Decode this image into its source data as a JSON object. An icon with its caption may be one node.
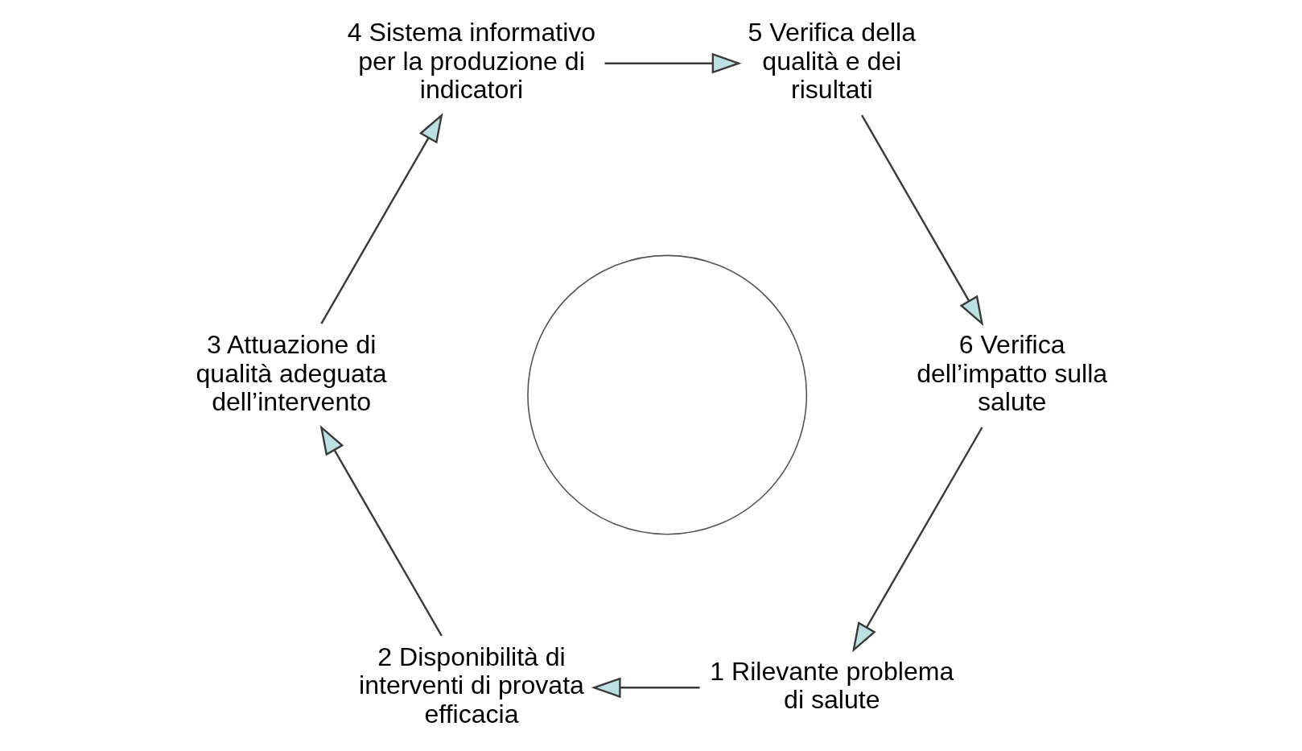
{
  "diagram": {
    "nodes": [
      {
        "text": [
          "1 Rilevante problema di salute"
        ]
      },
      {
        "text": [
          "2 Disponibilità di interventi di provata efficacia"
        ]
      },
      {
        "text": [
          "3 Attuazione di qualità adeguata dell’intervento"
        ]
      },
      {
        "text": [
          "4 Sistema informativo per la produzione di indicatori"
        ]
      },
      {
        "text": [
          "5 Verifica della qualità e dei risultati"
        ]
      },
      {
        "text": [
          "6 Verifica dell’impatto sulla salute"
        ]
      },
      {
        "text": [],
        "shape": "circle"
      }
    ],
    "edges": [
      {
        "from": 0,
        "to": 1,
        "arrow": "to"
      },
      {
        "from": 1,
        "to": 2,
        "arrow": "to"
      },
      {
        "from": 2,
        "to": 3,
        "arrow": "to"
      },
      {
        "from": 3,
        "to": 4,
        "arrow": "to"
      },
      {
        "from": 4,
        "to": 5,
        "arrow": "to"
      },
      {
        "from": 5,
        "to": 0,
        "arrow": "to"
      }
    ]
  }
}
